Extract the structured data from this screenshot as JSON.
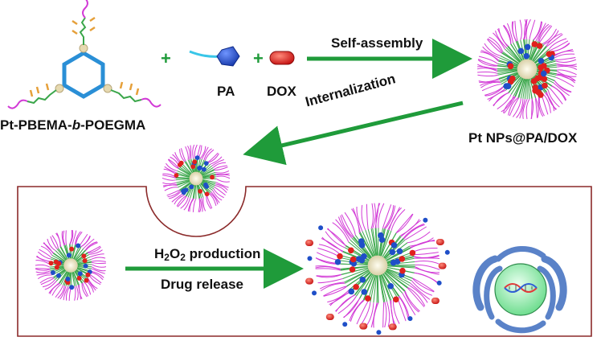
{
  "labels": {
    "polymer_prefix": "Pt-PBEMA-",
    "polymer_italic": "b",
    "polymer_suffix": "-POEGMA",
    "pa": "PA",
    "dox": "DOX",
    "self_assembly": "Self-assembly",
    "nps": "Pt NPs@PA/DOX",
    "internalization": "Internalization",
    "h2o2_h": "H",
    "h2o2_sub1": "2",
    "h2o2_o": "O",
    "h2o2_sub2": "2",
    "h2o2_rest": " production",
    "drug_release": "Drug release",
    "plus": "+"
  },
  "colors": {
    "arrow_green": "#1f9b3a",
    "box_border": "#8b2a2a",
    "peg_magenta": "#d23ad6",
    "pbema_green": "#3aa64a",
    "pt_core": "#e8e2c8",
    "dox_red": "#e0201e",
    "pa_blue": "#1f4fc8",
    "pa_cyan": "#39c6e8",
    "mito_blue": "#5a82c8",
    "nucleus_green": "#a6f0b8"
  }
}
